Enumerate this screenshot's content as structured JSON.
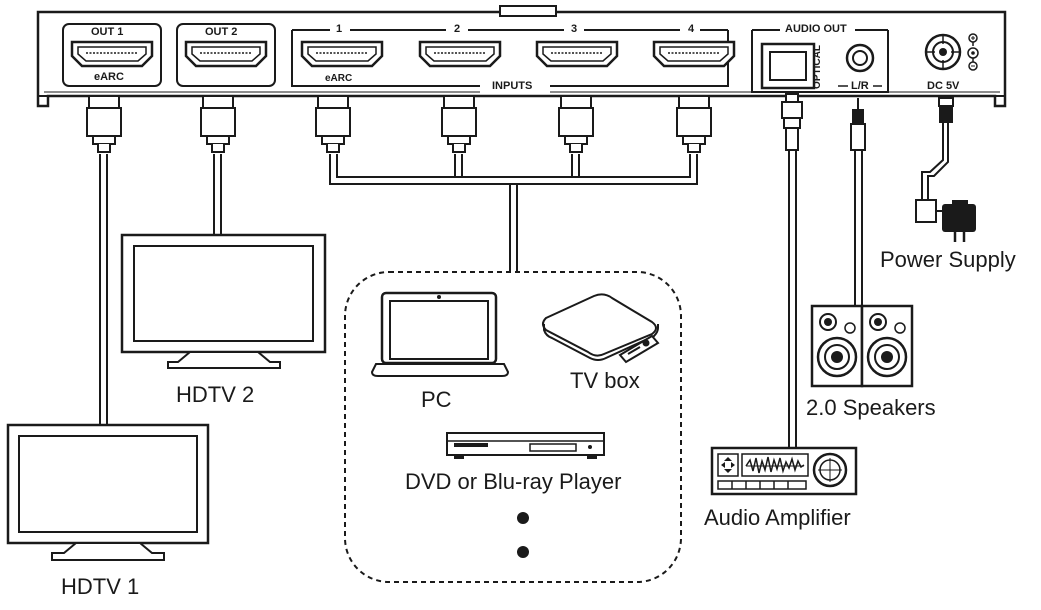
{
  "device": {
    "out1_label": "OUT 1",
    "out2_label": "OUT 2",
    "earc_out_label": "eARC",
    "input_numbers": [
      "1",
      "2",
      "3",
      "4"
    ],
    "earc_in_label": "eARC",
    "inputs_label": "INPUTS",
    "audio_out_label": "AUDIO OUT",
    "optical_label": "OPTICAL",
    "lr_label": "L/R",
    "dc_label": "DC 5V"
  },
  "devices": {
    "hdtv1": "HDTV 1",
    "hdtv2": "HDTV 2",
    "pc": "PC",
    "tv_box": "TV box",
    "dvd": "DVD or Blu-ray Player",
    "power_supply": "Power Supply",
    "speakers": "2.0 Speakers",
    "amplifier": "Audio Amplifier"
  },
  "colors": {
    "line": "#1a1a1a",
    "background": "#ffffff"
  }
}
